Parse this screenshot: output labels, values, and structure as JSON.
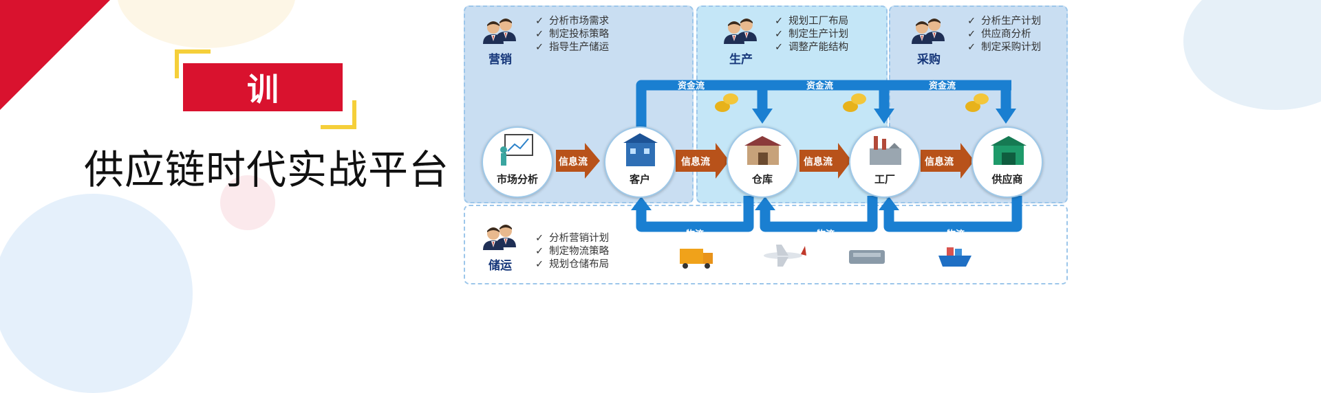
{
  "title": {
    "badge": "训",
    "subtitle": "供应链时代实战平台"
  },
  "roles": {
    "marketing": {
      "label": "营销",
      "tasks": [
        "分析市场需求",
        "制定投标策略",
        "指导生产储运"
      ]
    },
    "production": {
      "label": "生产",
      "tasks": [
        "规划工厂布局",
        "制定生产计划",
        "调整产能结构"
      ]
    },
    "purchasing": {
      "label": "采购",
      "tasks": [
        "分析生产计划",
        "供应商分析",
        "制定采购计划"
      ]
    },
    "logistics": {
      "label": "储运",
      "tasks": [
        "分析营销计划",
        "制定物流策略",
        "规划仓储布局"
      ]
    }
  },
  "nodes": {
    "market": "市场分析",
    "customer": "客户",
    "warehouse": "仓库",
    "factory": "工厂",
    "supplier": "供应商"
  },
  "flows": {
    "info": "信息流",
    "capital": "资金流",
    "logistics": "物流"
  },
  "colors": {
    "brand_red": "#d9122e",
    "flow_blue": "#1a7fd1",
    "info_arrow": "#b8521a",
    "accent_yellow": "#f5cf3a"
  }
}
